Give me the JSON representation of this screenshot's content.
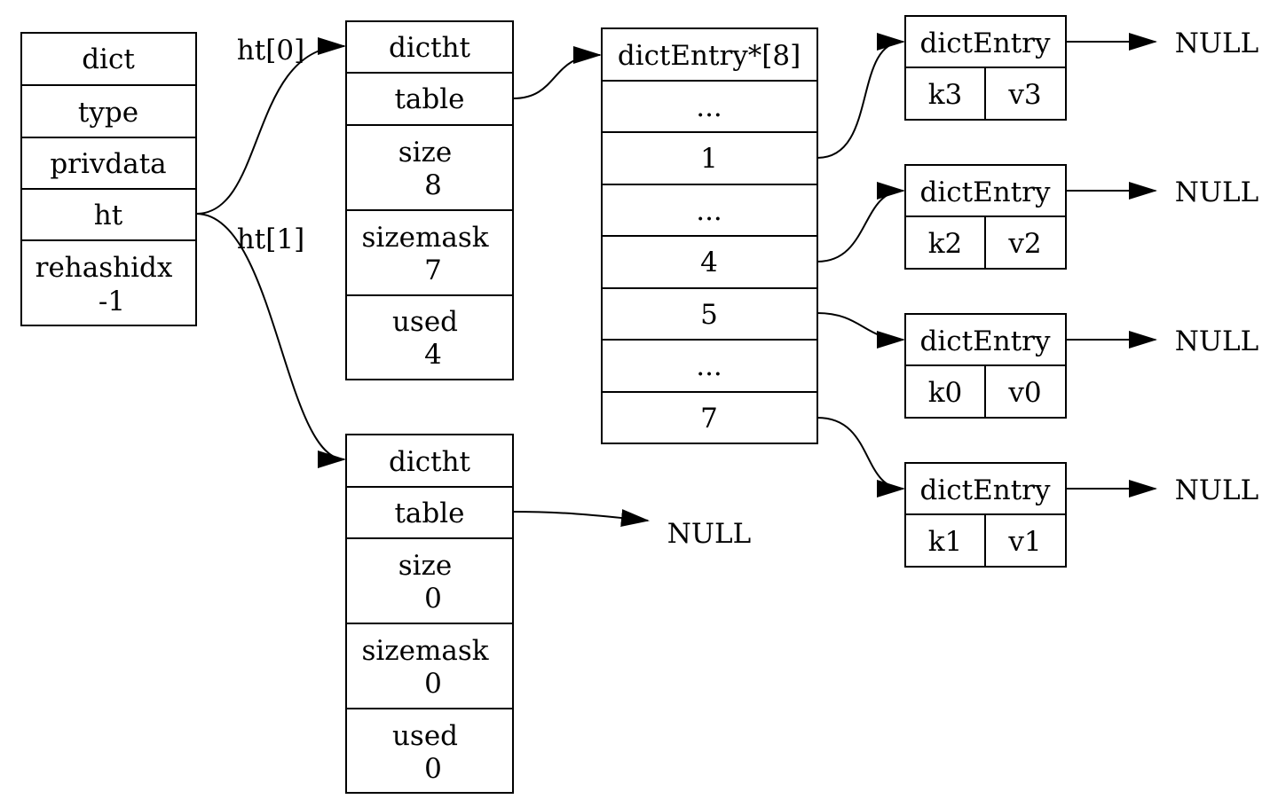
{
  "dict": {
    "title": "dict",
    "fields": [
      "type",
      "privdata",
      "ht"
    ],
    "rehashidx": {
      "label": "rehashidx",
      "value": "-1"
    }
  },
  "edge_labels": {
    "ht0": "ht[0]",
    "ht1": "ht[1]"
  },
  "ht0": {
    "title": "dictht",
    "table": "table",
    "size": {
      "label": "size",
      "value": "8"
    },
    "sizemask": {
      "label": "sizemask",
      "value": "7"
    },
    "used": {
      "label": "used",
      "value": "4"
    }
  },
  "ht1": {
    "title": "dictht",
    "table": "table",
    "size": {
      "label": "size",
      "value": "0"
    },
    "sizemask": {
      "label": "sizemask",
      "value": "0"
    },
    "used": {
      "label": "used",
      "value": "0"
    },
    "table_null": "NULL"
  },
  "buckets": {
    "title": "dictEntry*[8]",
    "cells": [
      "...",
      "1",
      "...",
      "4",
      "5",
      "...",
      "7"
    ]
  },
  "entries": [
    {
      "title": "dictEntry",
      "key": "k3",
      "value": "v3",
      "next": "NULL"
    },
    {
      "title": "dictEntry",
      "key": "k2",
      "value": "v2",
      "next": "NULL"
    },
    {
      "title": "dictEntry",
      "key": "k0",
      "value": "v0",
      "next": "NULL"
    },
    {
      "title": "dictEntry",
      "key": "k1",
      "value": "v1",
      "next": "NULL"
    }
  ]
}
